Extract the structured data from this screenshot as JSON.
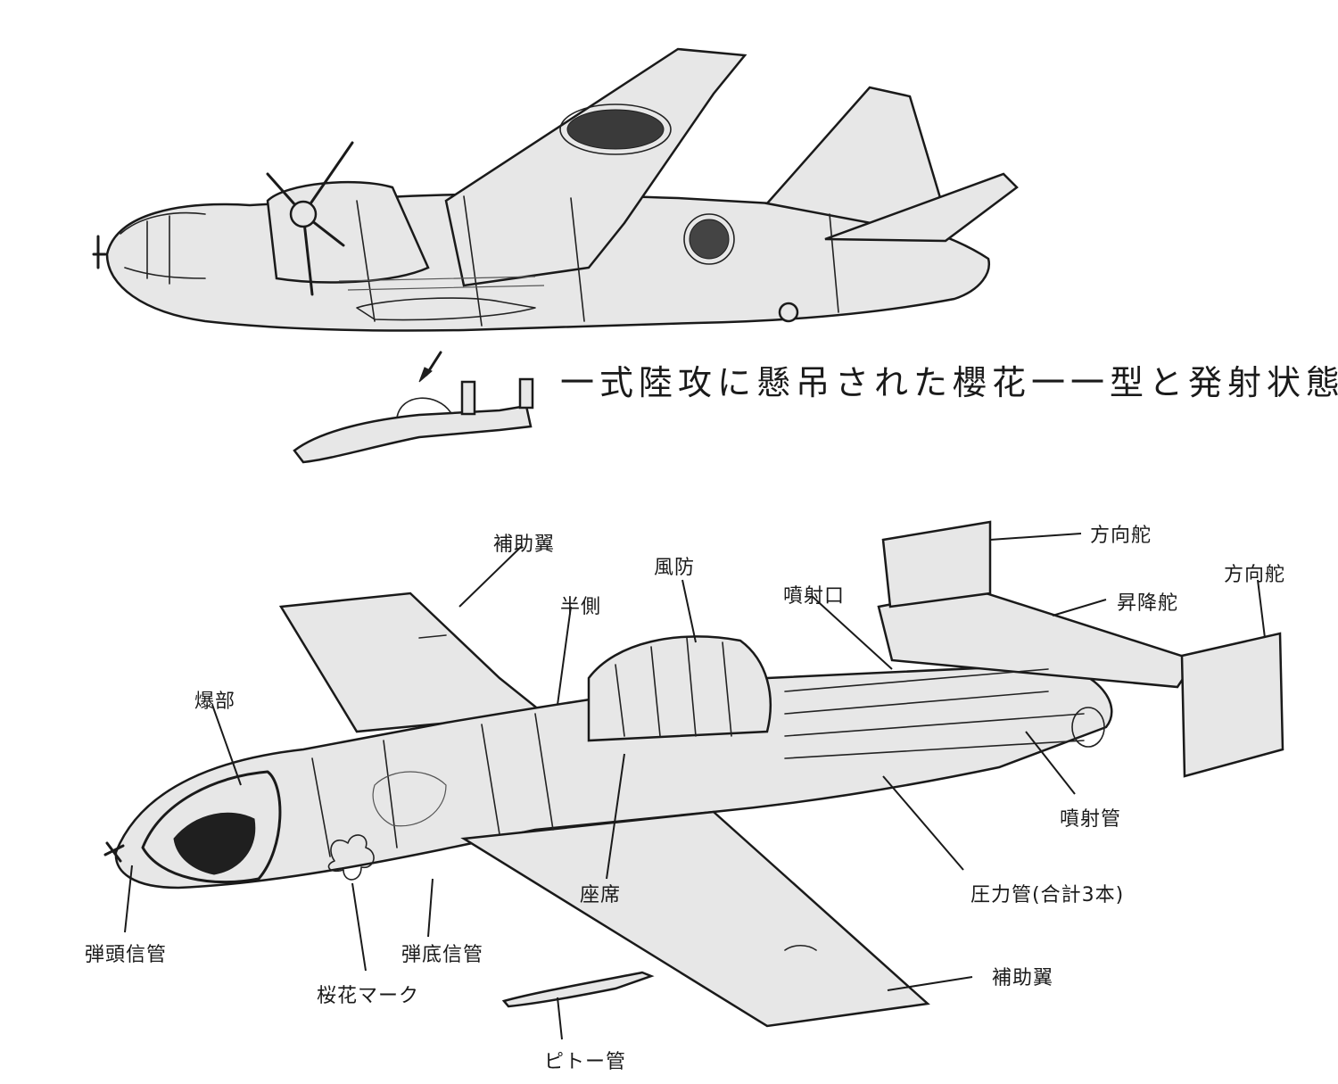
{
  "caption": "一式陸攻に懸吊された櫻花一一型と発射状態",
  "labels": {
    "aileron": "補助翼",
    "canopy": "風防",
    "rudder": "方向舵",
    "elevator": "昇降舵",
    "nozzle": "噴射口",
    "warhead": "爆部",
    "tail_rudder": "方向舵",
    "exhaust_tube": "噴射管",
    "fuse": "弾頭信管",
    "base_fuse": "弾底信管",
    "pressure_tube": "圧力管(合計3本)",
    "seat": "座席",
    "cherry_mark": "桜花マーク",
    "flap": "補助翼",
    "pitot": "ピトー管",
    "wing_edge": "半側"
  }
}
